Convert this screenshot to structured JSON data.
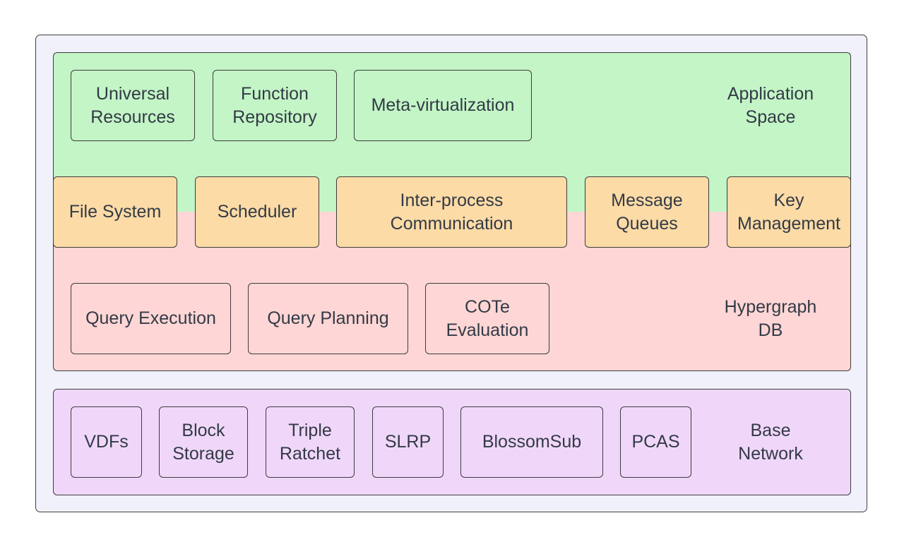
{
  "application_space": {
    "label": "Application\nSpace",
    "items": [
      "Universal\nResources",
      "Function\nRepository",
      "Meta-virtualization"
    ]
  },
  "kernel_services": {
    "items": [
      "File System",
      "Scheduler",
      "Inter-process\nCommunication",
      "Message\nQueues",
      "Key\nManagement"
    ]
  },
  "hypergraph_db": {
    "label": "Hypergraph\nDB",
    "items": [
      "Query Execution",
      "Query Planning",
      "COTe\nEvaluation"
    ]
  },
  "base_network": {
    "label": "Base\nNetwork",
    "items": [
      "VDFs",
      "Block\nStorage",
      "Triple\nRatchet",
      "SLRP",
      "BlossomSub",
      "PCAS"
    ]
  },
  "colors": {
    "application_space": "#c3f5c6",
    "hypergraph_db": "#fdd6d5",
    "kernel_services": "#fcdba6",
    "base_network": "#f0d7fa",
    "outer_frame": "#f1f1fb"
  }
}
